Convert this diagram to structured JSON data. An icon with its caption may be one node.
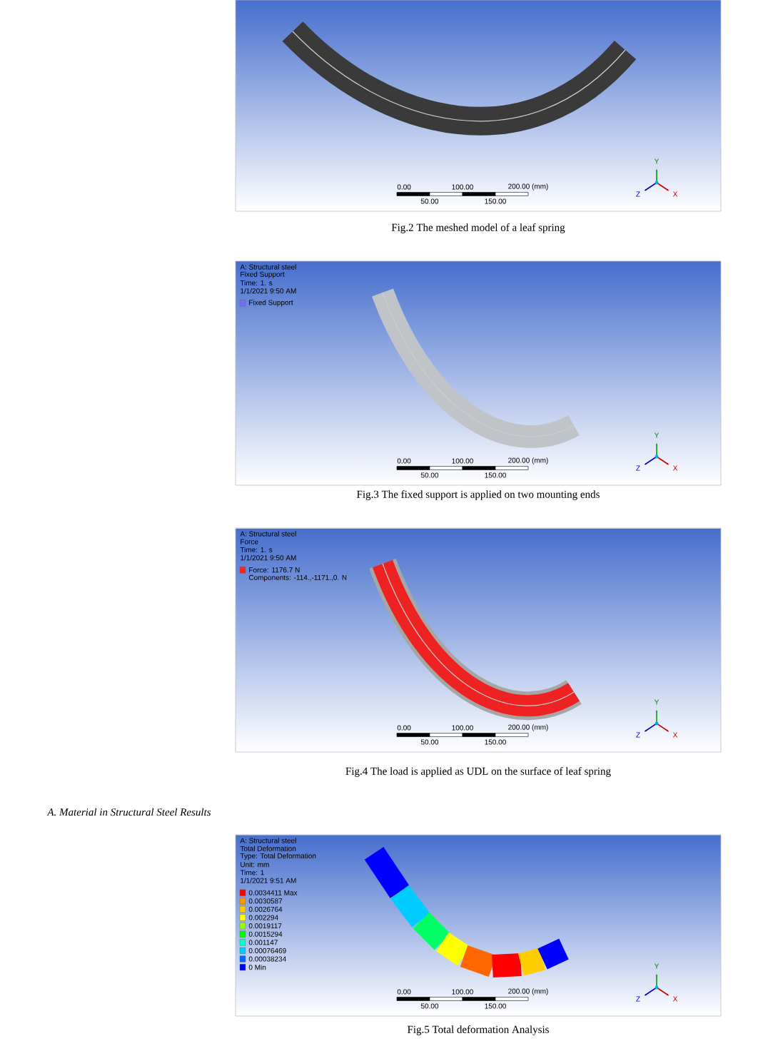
{
  "diagram": {
    "nodes": [
      {
        "text": [
          "0.00",
          "100.00",
          "200.00 (mm)",
          "50.00",
          "150.00",
          "X",
          "Y",
          "Z"
        ],
        "beside": [
          "Fig.2 The meshed model of a leaf spring"
        ]
      },
      {
        "text": [
          "A: Structural steel",
          "Fixed Support",
          "Time: 1. s",
          "1/1/2021 9:50 AM",
          "0.00",
          "100.00",
          "200.00 (mm)",
          "50.00",
          "150.00",
          "X",
          "Y",
          "Z"
        ],
        "beside": [
          "Fig.3 The fixed support is applied on two mounting ends"
        ]
      },
      {
        "text": [
          "A: Structural steel",
          "Force",
          "Time: 1. s",
          "1/1/2021 9:50 AM",
          "Components: -114.,-1171.,0. N",
          "0.00",
          "100.00",
          "200.00 (mm)",
          "50.00",
          "150.00",
          "X",
          "Y",
          "Z"
        ],
        "beside": [
          "Fig.4 The load is applied as UDL on the surface of leaf spring"
        ]
      },
      {
        "text": [
          "A: Structural steel",
          "Total Deformation",
          "Type: Total Deformation",
          "Unit: mm",
          "Time: 1",
          "1/1/2021 9:51 AM",
          "0.00",
          "100.00",
          "200.00 (mm)",
          "50.00",
          "150.00",
          "X",
          "Y",
          "Z"
        ],
        "beside": [
          "Fig.5 Total deformation Analysis"
        ]
      }
    ],
    "labels": [
      "A.   Material in Structural Steel Results"
    ],
    "legend": [
      {
        "text": "Fixed Support",
        "color": "#6f6ff0"
      },
      {
        "text": "Force: 1176.7 N",
        "color": "#ff2020"
      },
      {
        "text": "0.0034411 Max",
        "color": "#ff0000"
      },
      {
        "text": "0.0030587",
        "color": "#ff9900"
      },
      {
        "text": "0.0026764",
        "color": "#ffcc00"
      },
      {
        "text": "0.002294",
        "color": "#ffff00"
      },
      {
        "text": "0.0019117",
        "color": "#99ff00"
      },
      {
        "text": "0.0015294",
        "color": "#00ff00"
      },
      {
        "text": "0.001147",
        "color": "#00ffcc"
      },
      {
        "text": "0.00076469",
        "color": "#00ccff"
      },
      {
        "text": "0.00038234",
        "color": "#0066ff"
      },
      {
        "text": "0 Min",
        "color": "#0000ff"
      }
    ]
  }
}
